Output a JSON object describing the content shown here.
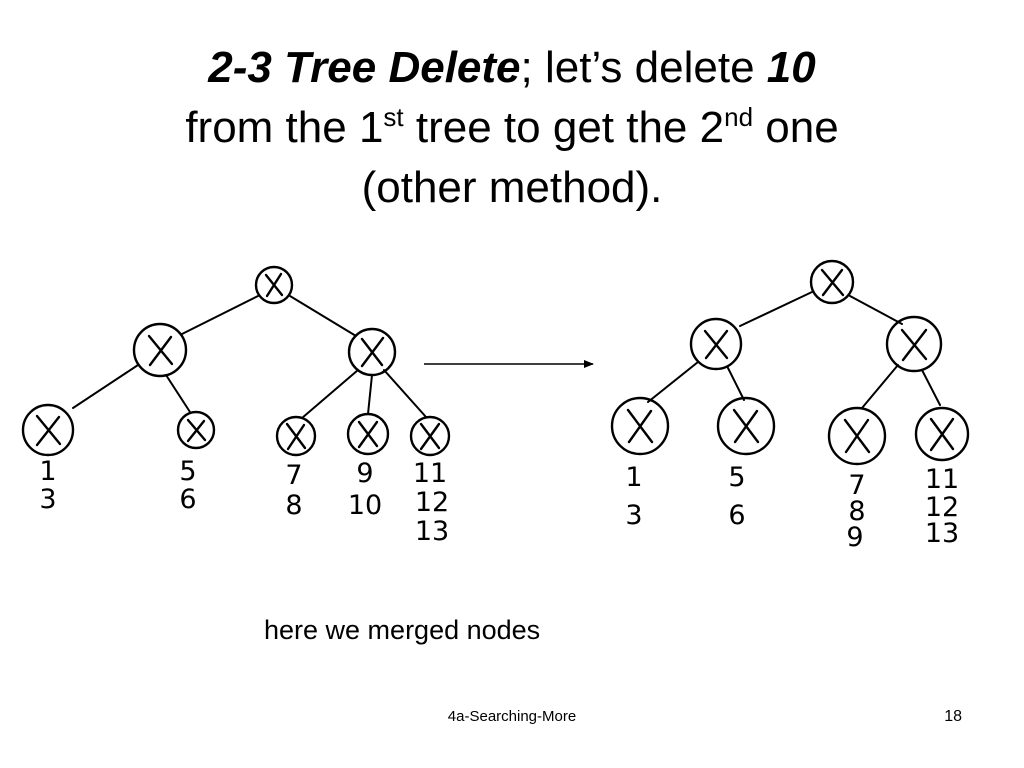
{
  "title": {
    "bold_part": "2-3 Tree Delete",
    "after_bold": "; let’s delete ",
    "bold_number": "10",
    "line2_a": "from the 1",
    "sup1": "st",
    "line2_b": " tree to get the 2",
    "sup2": "nd",
    "line2_c": " one",
    "line3": "(other method)."
  },
  "trees": {
    "node_mark": "X",
    "before": {
      "leaves": [
        [
          "1",
          "3"
        ],
        [
          "5",
          "6"
        ],
        [
          "7",
          "8"
        ],
        [
          "9",
          "10"
        ],
        [
          "11",
          "12",
          "13"
        ]
      ]
    },
    "after": {
      "leaves": [
        [
          "1",
          "3"
        ],
        [
          "5",
          "6"
        ],
        [
          "7",
          "8",
          "9"
        ],
        [
          "11",
          "12",
          "13"
        ]
      ]
    }
  },
  "caption": "here we merged nodes",
  "footer": {
    "center": "4a-Searching-More",
    "page_number": "18"
  }
}
